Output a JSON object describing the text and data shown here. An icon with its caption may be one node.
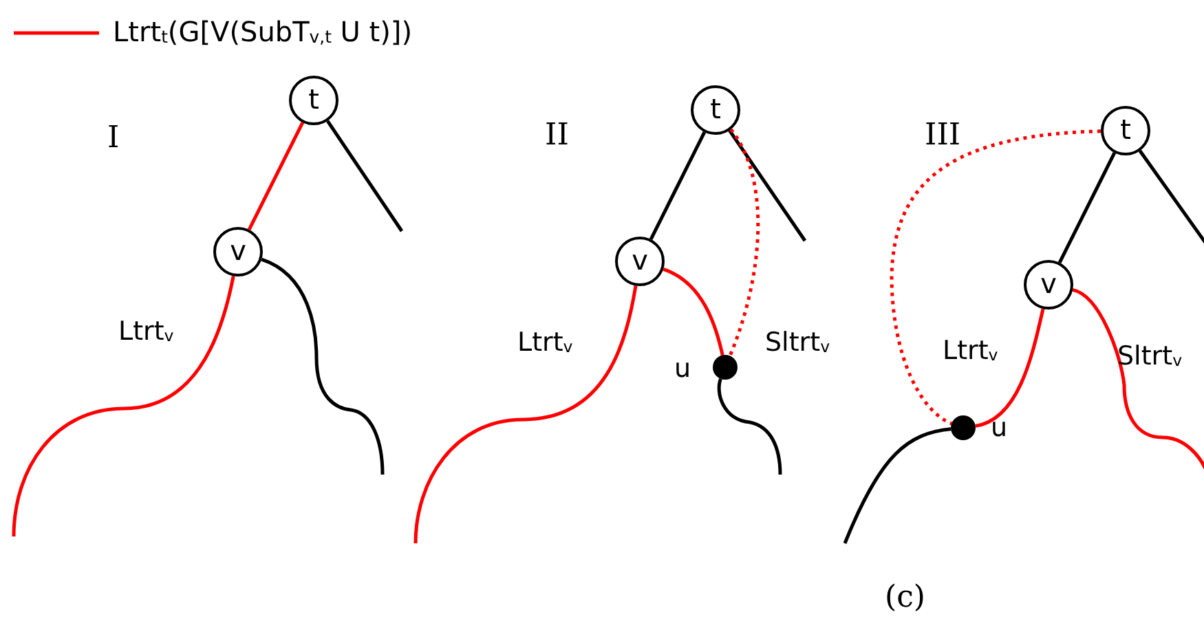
{
  "diagram": {
    "nodes": [
      {
        "text": [
          "t"
        ]
      },
      {
        "text": [
          "v"
        ]
      },
      {
        "text": [
          "t"
        ]
      },
      {
        "text": [
          "v"
        ]
      },
      {
        "text": [],
        "shape": "circle",
        "beside": [
          "u"
        ]
      },
      {
        "text": [
          "t"
        ]
      },
      {
        "text": [
          "v"
        ]
      },
      {
        "text": [],
        "shape": "circle",
        "beside": [
          "u"
        ]
      }
    ],
    "edges": [
      {
        "from": 0,
        "to": 1,
        "arrow": "none",
        "color": "#ff0000"
      },
      {
        "from": 0,
        "to": null,
        "arrow": "none",
        "color": "#000000"
      },
      {
        "from": 1,
        "to": null,
        "arrow": "none",
        "color": "#ff0000"
      },
      {
        "from": 1,
        "to": null,
        "arrow": "none",
        "color": "#000000"
      },
      {
        "from": 2,
        "to": 3,
        "arrow": "none",
        "color": "#000000"
      },
      {
        "from": 2,
        "to": null,
        "arrow": "none",
        "color": "#000000"
      },
      {
        "from": 3,
        "to": null,
        "arrow": "none",
        "color": "#ff0000"
      },
      {
        "from": 3,
        "to": 4,
        "arrow": "none",
        "color": "#ff0000"
      },
      {
        "from": 2,
        "to": 4,
        "arrow": "none",
        "style": "dashed",
        "color": "#ff0000"
      },
      {
        "from": 4,
        "to": null,
        "arrow": "none",
        "color": "#000000"
      },
      {
        "from": 5,
        "to": 6,
        "arrow": "none",
        "color": "#000000"
      },
      {
        "from": 5,
        "to": null,
        "arrow": "none",
        "color": "#000000"
      },
      {
        "from": 6,
        "to": 7,
        "arrow": "none",
        "color": "#ff0000"
      },
      {
        "from": 7,
        "to": null,
        "arrow": "none",
        "color": "#000000"
      },
      {
        "from": 6,
        "to": null,
        "arrow": "none",
        "color": "#ff0000"
      },
      {
        "from": 5,
        "to": 7,
        "arrow": "none",
        "style": "dashed",
        "color": "#ff0000"
      }
    ],
    "labels": [
      "I",
      "II",
      "III",
      "Ltrt$_{v}$",
      "Ltrt$_{v}$",
      "Sltrt$_{v}$",
      "Ltrt$_{v}$",
      "Sltrt$_{v}$",
      "(c)"
    ],
    "legend": [
      {
        "text": "Ltrt$_{t}$(G[V(SubT$_{v,t}$ U t)])"
      }
    ]
  }
}
